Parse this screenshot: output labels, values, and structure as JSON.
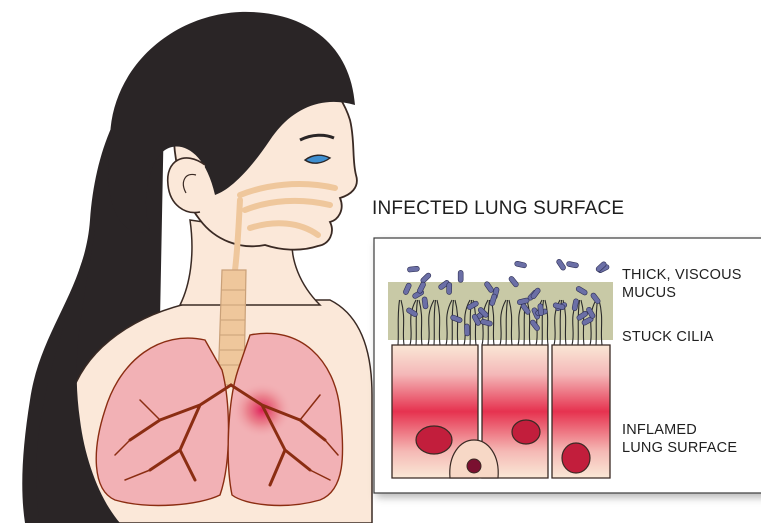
{
  "diagram": {
    "title": "INFECTED LUNG SURFACE",
    "labels": {
      "mucus_line1": "THICK, VISCOUS",
      "mucus_line2": "MUCUS",
      "cilia": "STUCK CILIA",
      "surface_line1": "INFLAMED",
      "surface_line2": "LUNG SURFACE"
    }
  },
  "colors": {
    "hair": "#2a2526",
    "skin": "#fbe8d9",
    "outline": "#3a2a24",
    "airway": "#efc79c",
    "lung_fill": "#f2b1b5",
    "vessel": "#8b2d12",
    "mucus": "#c8c9a6",
    "cell_top": "#f8e6d4",
    "cell_mid": "#e63a55",
    "nucleus": "#c21e3c",
    "bacteria": "#6b6fa6",
    "eye": "#3f8fd0"
  }
}
